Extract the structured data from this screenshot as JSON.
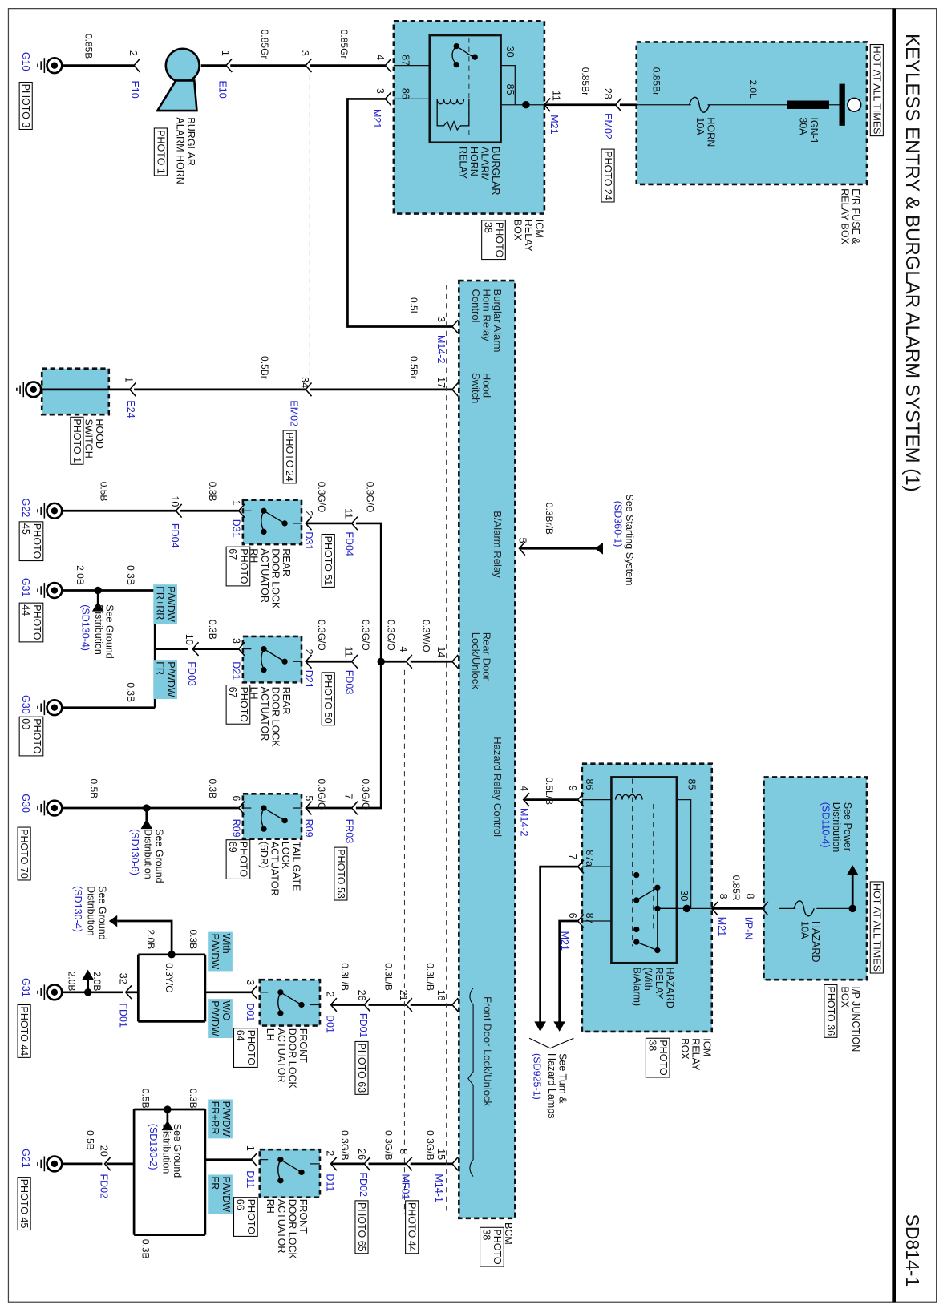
{
  "title": "KEYLESS ENTRY & BURGLAR ALARM SYSTEM (1)",
  "page_code": "SD814-1",
  "colors": {
    "module_fill": "#7ecbe0",
    "connector_text": "#2222cc",
    "wire": "#000000"
  },
  "power": {
    "hot_at_all_times_1": "HOT AT ALL TIMES",
    "hot_at_all_times_2": "HOT AT ALL TIMES",
    "er_fuse_box": "E/R FUSE &\nRELAY BOX",
    "fuse_ign1": "IGN-1\n30A",
    "fuse_horn": "HORN\n10A",
    "fuse_hazard": "HAZARD\n10A",
    "ip_junction_box": "I/P JUNCTION\nBOX",
    "see_power": "See Power\nDistribution",
    "see_power_ref": "(SD110-4)"
  },
  "components": {
    "burglar_alarm_horn": "BURGLAR\nALARM HORN",
    "horn_relay": "BURGLAR\nALARM\nHORN\nRELAY",
    "icm_relay_box_1": "ICM\nRELAY\nBOX",
    "icm_relay_box_2": "ICM\nRELAY\nBOX",
    "hazard_relay": "HAZARD\nRELAY\n(With\nB/Alarm)",
    "hood_switch": "HOOD\nSWITCH",
    "rear_rh": "REAR\nDOOR LOCK\nACTUATOR\nRH",
    "rear_lh": "REAR\nDOOR LOCK\nACTUATOR\nLH",
    "tailgate": "TAIL GATE\nLOCK\nACTUATOR\n(5DR)",
    "front_lh": "FRONT\nDOOR LOCK\nACTUATOR\nLH",
    "front_rh": "FRONT\nDOOR LOCK\nACTUATOR\nRH",
    "bcm": "BCM"
  },
  "bcm_functions": {
    "horn_relay_control": "Burglar Alarm\nHorn Relay\nControl",
    "hood_switch": "Hood\nSwitch",
    "b_alarm_relay": "B/Alarm Relay",
    "rear_door": "Rear Door\nLock/Unlock",
    "hazard_relay": "Hazard Relay Control",
    "front_door": "Front Door Lock/Unlock"
  },
  "photos": {
    "g10": "PHOTO 3",
    "horn": "PHOTO 1",
    "icm1": "PHOTO\n38",
    "em02a": "PHOTO 24",
    "hood": "PHOTO 1",
    "em02b": "PHOTO 24",
    "bcm": "PHOTO\n38",
    "g22": "PHOTO\n45",
    "g31a": "PHOTO\n44",
    "g30a": "PHOTO\n00",
    "g30b": "PHOTO 70",
    "rh": "PHOTO\n67",
    "lh": "PHOTO\n67",
    "tg": "PHOTO\n69",
    "fd04": "PHOTO 51",
    "fd03": "PHOTO 50",
    "fr03": "PHOTO 53",
    "icm2": "PHOTO\n38",
    "ipjb": "PHOTO 36",
    "flh": "PHOTO\n64",
    "frh": "PHOTO\n66",
    "fd01": "PHOTO 63",
    "fd02": "PHOTO 65",
    "mf01": "PHOTO 44",
    "g31b": "PHOTO 44",
    "g21": "PHOTO 45"
  },
  "grounds": {
    "g10": "G10",
    "g22": "G22",
    "g31a": "G31",
    "g30a": "G30",
    "g30b": "G30",
    "g31b": "G31",
    "g21": "G21"
  },
  "connectors": {
    "e10a": "E10",
    "e10b": "E10",
    "m21a": "M21",
    "m21b": "M21",
    "em02a": "EM02",
    "em02b": "EM02",
    "e24": "E24",
    "m14_2a": "M14-2",
    "m14_2b": "M14-2",
    "fd04a": "FD04",
    "fd04b": "FD04",
    "d31a": "D31",
    "d31b": "D31",
    "fd03a": "FD03",
    "fd03b": "FD03",
    "d21a": "D21",
    "d21b": "D21",
    "fr03": "FR03",
    "r09a": "R09",
    "r09b": "R09",
    "m21c": "M21",
    "m21d": "M21",
    "ipn": "I/P-N",
    "fd01a": "FD01",
    "fd01b": "FD01",
    "d01a": "D01",
    "d01b": "D01",
    "fd02a": "FD02",
    "fd02b": "FD02",
    "d11a": "D11",
    "d11b": "D11",
    "mf01": "MF01",
    "m14_1": "M14-1"
  },
  "pins": {
    "e10_2": "2",
    "e10_1": "1",
    "em02_3": "3",
    "m21_4": "4",
    "m21_3": "3",
    "r87": "87",
    "r86": "86",
    "r30": "30",
    "r85": "85",
    "m21_11": "11",
    "em02_28": "28",
    "bcm_3": "3",
    "bcm_17": "17",
    "em02_34": "34",
    "e24_1": "1",
    "bcm_5": "5",
    "fd04_10": "10",
    "d31_1": "1",
    "d31_2": "2",
    "fd04_11": "11",
    "bcm_14": "14",
    "j_4": "4",
    "fd03_11": "11",
    "d21_2": "2",
    "d21_3": "3",
    "fd03_10": "10",
    "fr03_7": "7",
    "r09_5": "5",
    "r09_6": "6",
    "bcm_4": "4",
    "h_9": "9",
    "h_7": "7",
    "h_6": "6",
    "h86": "86",
    "h87a": "87a",
    "h87": "87",
    "h85": "85",
    "h30": "30",
    "m21_8": "8",
    "ipn_8": "8",
    "bcm_16": "16",
    "j_21": "21",
    "fd01_26": "26",
    "d01_2": "2",
    "d01_3": "3",
    "fd01_32": "32",
    "bcm_15": "15",
    "mf01_8": "8",
    "fd02_26": "26",
    "d11_2": "2",
    "d11_1": "1",
    "fd02_20": "20"
  },
  "wires": {
    "w1": "0.85B",
    "w2": "0.85Gr",
    "w3": "0.85Gr",
    "w4": "0.85Br",
    "w5": "0.85Br",
    "w6": "2.0L",
    "w7": "0.5L",
    "w8": "0.5Br",
    "w9": "0.5Br",
    "w10": "0.3Br/B",
    "w11": "0.5B",
    "w12": "0.3B",
    "w13": "0.3G/O",
    "w14": "0.3G/O",
    "w15": "2.0B",
    "w16": "0.3B",
    "w17": "0.3B",
    "w18": "0.3B",
    "w19": "0.3G/O",
    "w20": "0.3G/O",
    "w21": "0.3G/O",
    "w22": "0.3W/O",
    "w23": "0.5B",
    "w24": "0.3B",
    "w25": "0.3G/O",
    "w26": "0.3G/O",
    "w27": "0.5L/B",
    "w28": "0.85R",
    "w29": "0.3L/B",
    "w30": "0.3L/B",
    "w31": "0.3L/B",
    "w32": "0.3B",
    "w33": "0.3Y/O",
    "w34": "2.0B",
    "w35": "2.0B",
    "w36": "2.0B",
    "w37": "0.3G/B",
    "w38": "0.3G/B",
    "w39": "0.3G/B",
    "w40": "0.3B",
    "w41": "0.5B",
    "w42": "0.3B",
    "w43": "0.5B"
  },
  "options": {
    "rear_fr_rr": "P/WDW\nFR+RR",
    "rear_fr": "P/WDW\nFR",
    "with_pwdw": "With\nP/WDW",
    "wo_pwdw": "W/O\nP/WDW",
    "front_fr_rr": "P/WDW\nFR+RR",
    "front_fr": "P/WDW\nFR"
  },
  "references": {
    "starting": "See Starting System",
    "starting_ref": "(SD360-1)",
    "gnd1": "See Ground\nDistribution",
    "gnd1_ref": "(SD130-4)",
    "gnd2": "See Ground\nDistribution",
    "gnd2_ref": "(SD130-6)",
    "gnd3": "See Ground\nDistribution",
    "gnd3_ref": "(SD130-4)",
    "gnd4": "See Ground\nDistribution",
    "gnd4_ref": "(SD130-2)",
    "turn": "See Turn &\nHazard Lamps",
    "turn_ref": "(SD925-1)"
  }
}
